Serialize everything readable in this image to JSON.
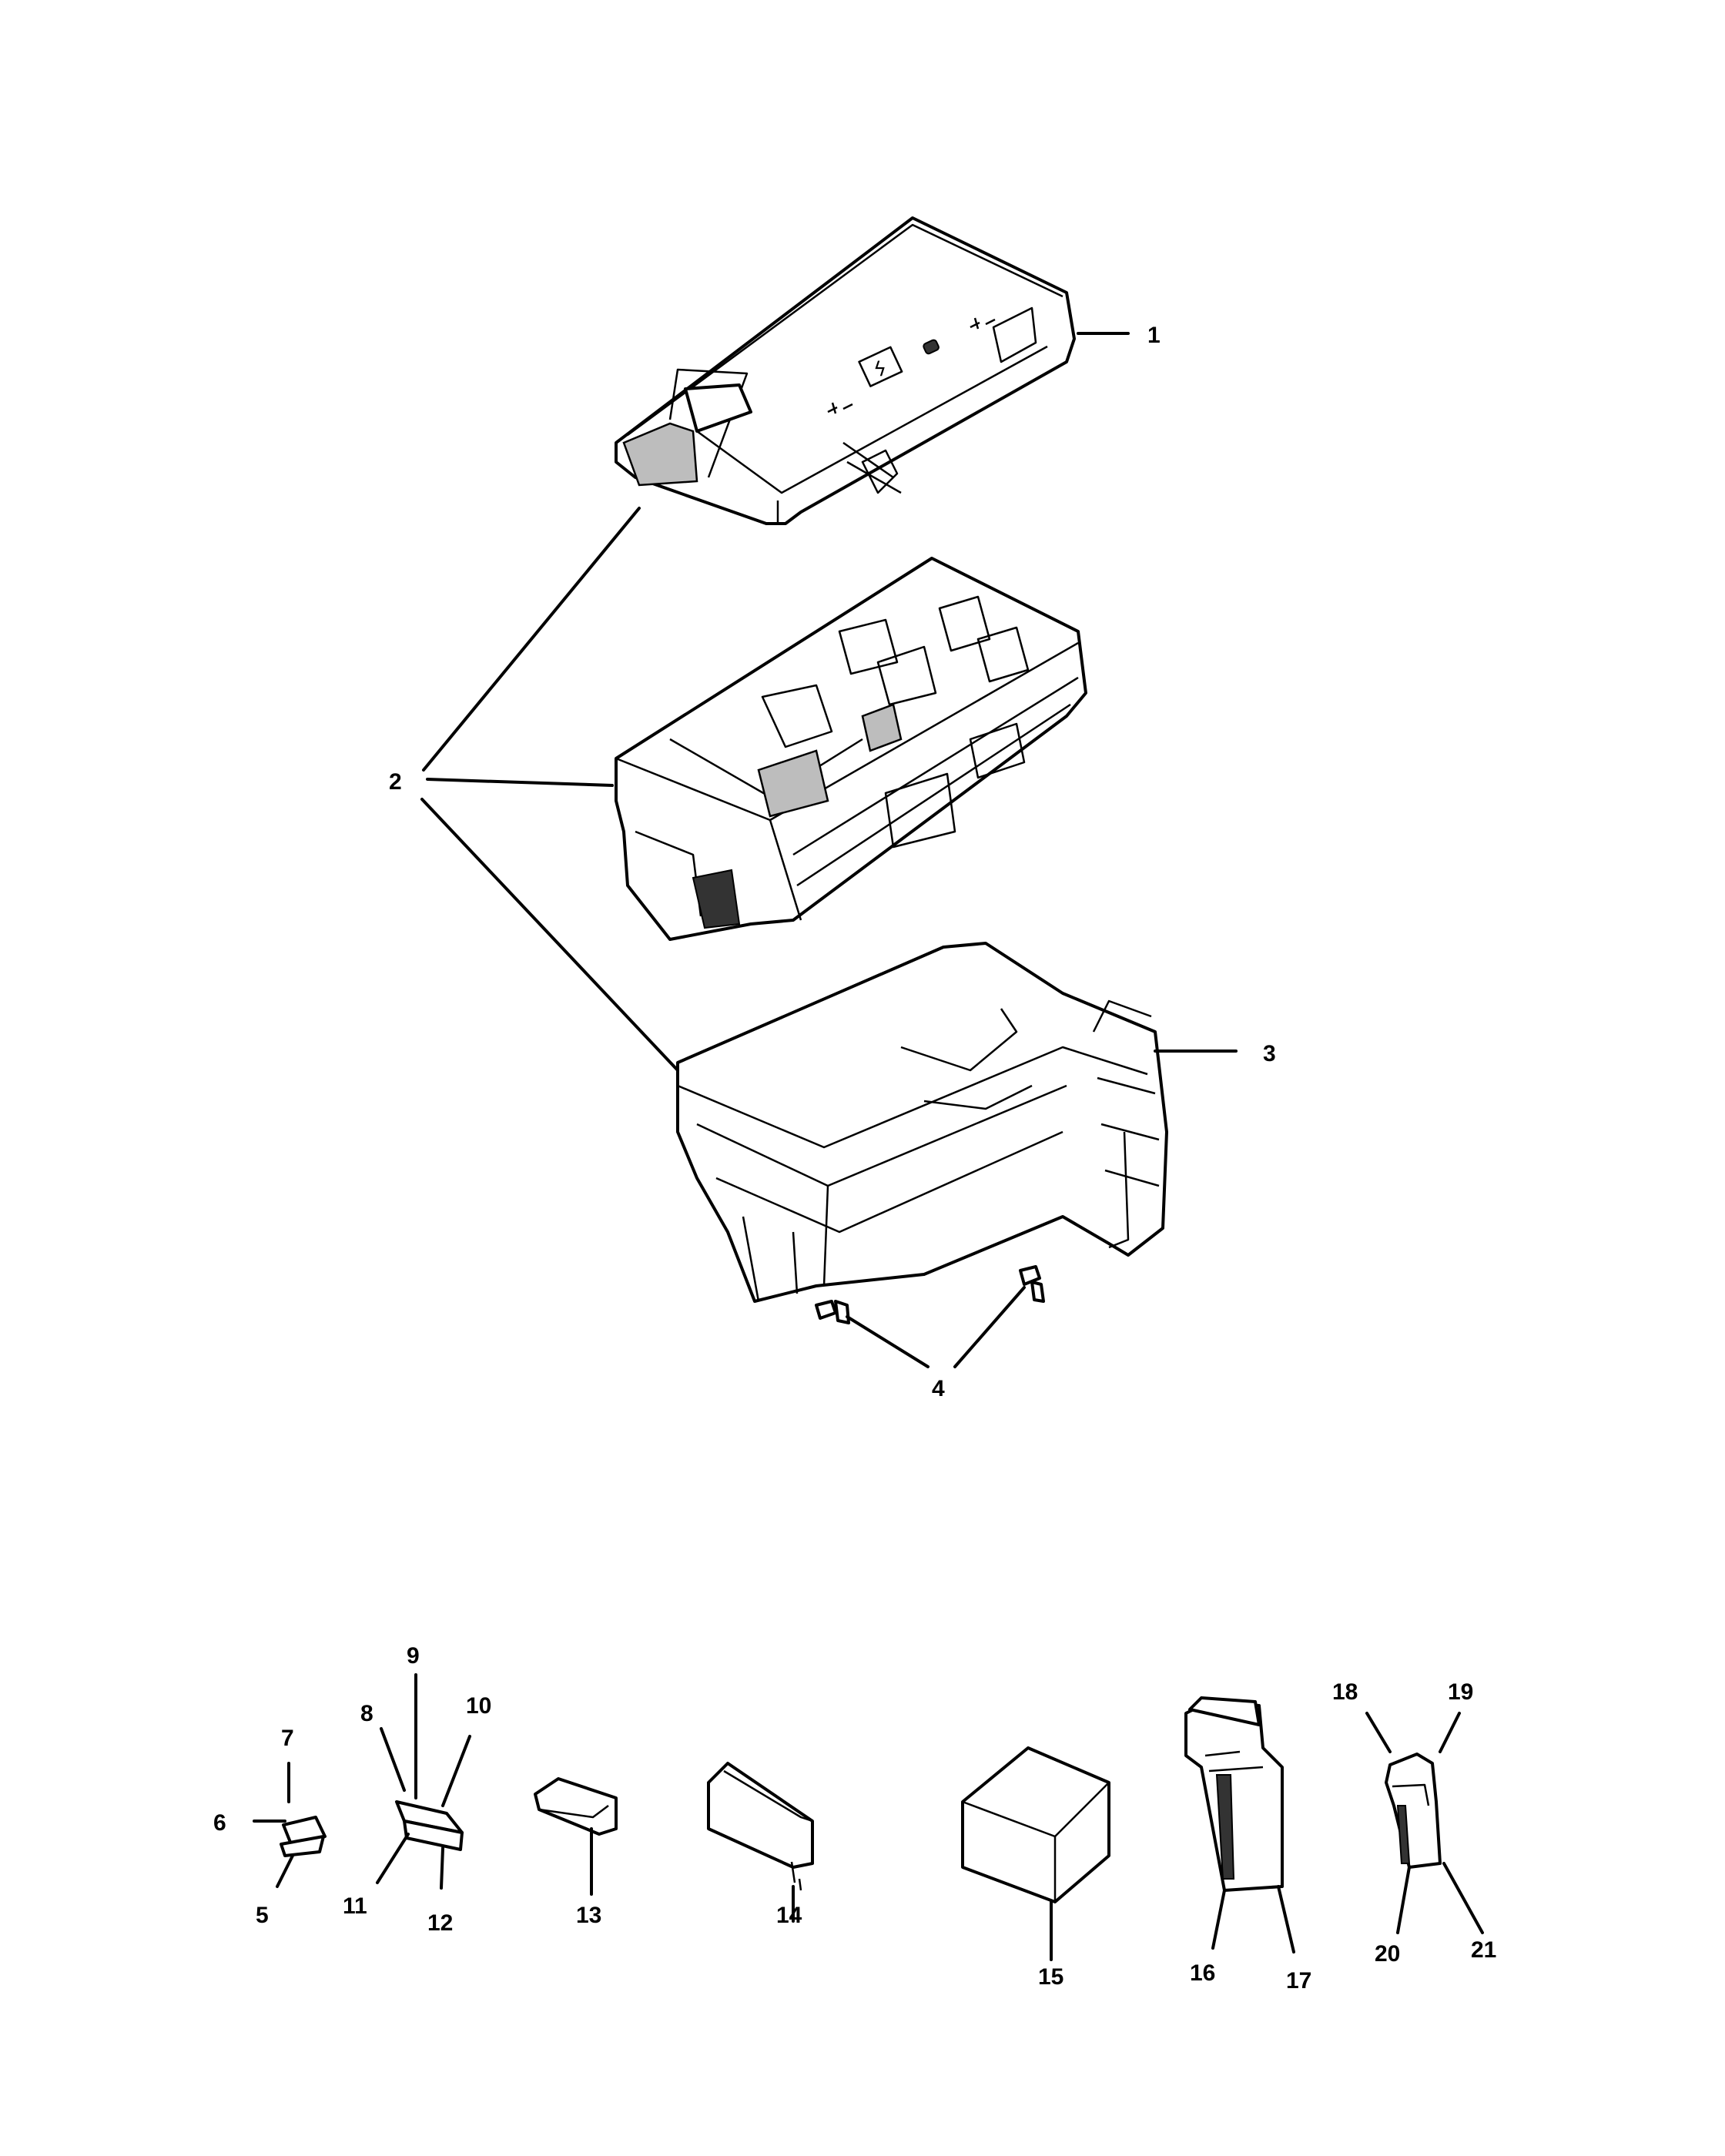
{
  "callouts": {
    "c1": "1",
    "c2": "2",
    "c3": "3",
    "c4": "4",
    "c5": "5",
    "c6": "6",
    "c7": "7",
    "c8": "8",
    "c9": "9",
    "c10": "10",
    "c11": "11",
    "c12": "12",
    "c13": "13",
    "c14": "14",
    "c15": "15",
    "c16": "16",
    "c17": "17",
    "c18": "18",
    "c19": "19",
    "c20": "20",
    "c21": "21"
  },
  "cover_symbol": "ϟ"
}
